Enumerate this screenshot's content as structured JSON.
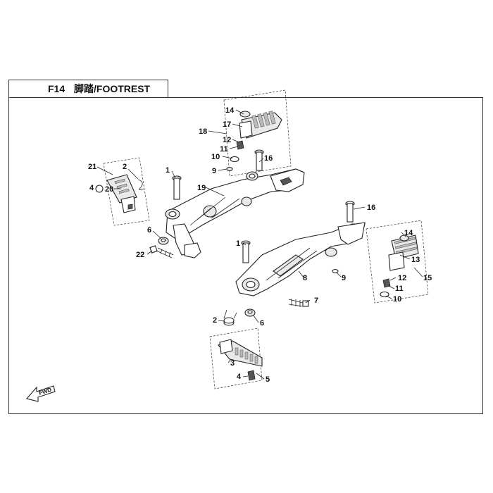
{
  "header": {
    "code": "F14",
    "title": "脚踏/FOOTREST"
  },
  "fwd_label": "FWD",
  "callouts": {
    "c1a": "1",
    "c1b": "1",
    "c2a": "2",
    "c2b": "2",
    "c3": "3",
    "c4a": "4",
    "c4b": "4",
    "c5": "5",
    "c6a": "6",
    "c6b": "6",
    "c7": "7",
    "c8": "8",
    "c9a": "9",
    "c9b": "9",
    "c10a": "10",
    "c10b": "10",
    "c11a": "11",
    "c11b": "11",
    "c12a": "12",
    "c12b": "12",
    "c13": "13",
    "c14a": "14",
    "c14b": "14",
    "c15": "15",
    "c16a": "16",
    "c16b": "16",
    "c17": "17",
    "c18": "18",
    "c19": "19",
    "c20": "20",
    "c21": "21",
    "c22": "22"
  }
}
